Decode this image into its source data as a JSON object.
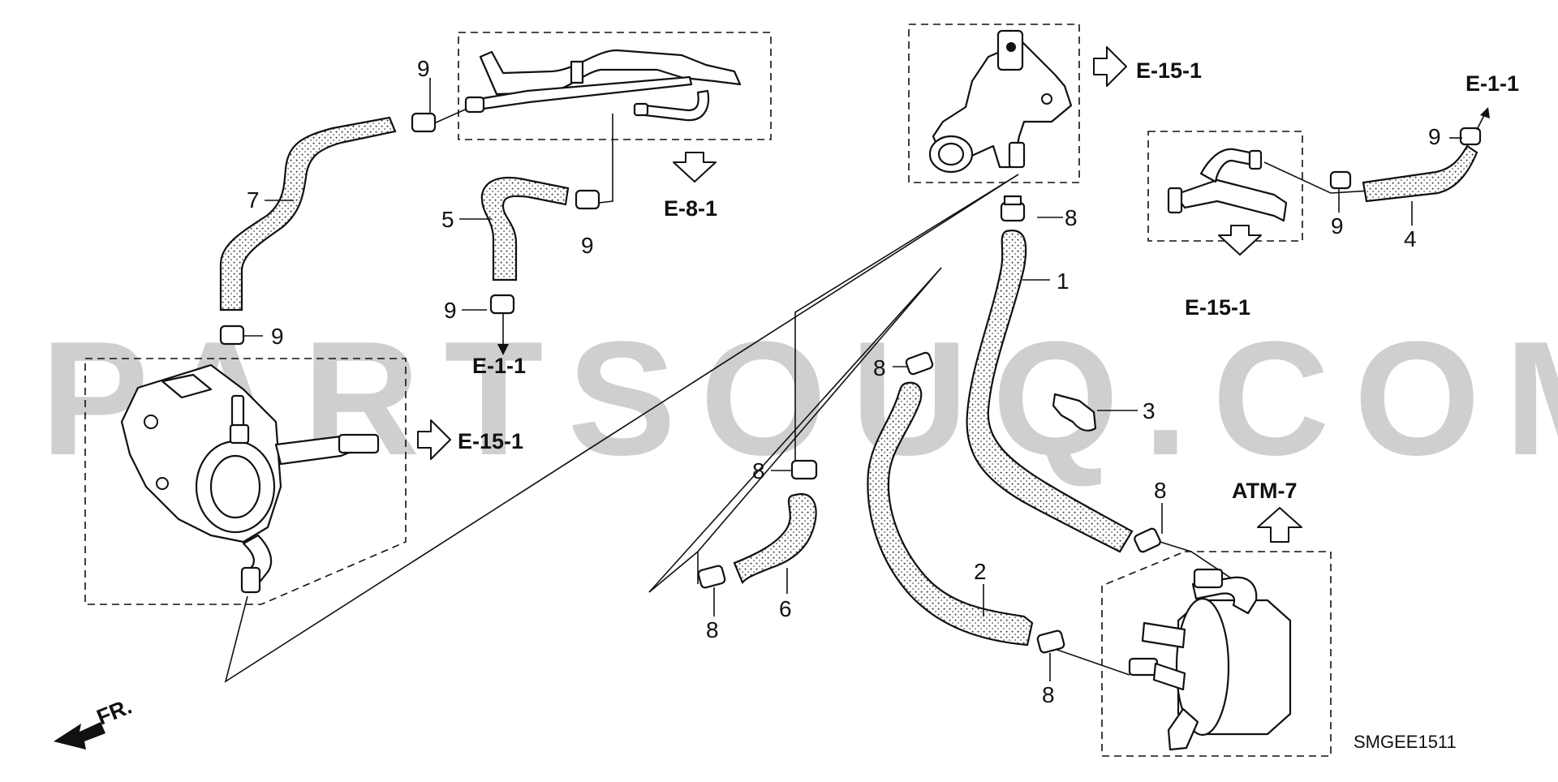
{
  "diagram": {
    "watermark": "PARTSOUQ.COM",
    "diagram_code": "SMGEE1511",
    "front_indicator": "FR.",
    "part_numbers": [
      "1",
      "2",
      "3",
      "4",
      "5",
      "6",
      "7",
      "8",
      "9"
    ],
    "references": {
      "e_8_1": "E-8-1",
      "e_1_1": "E-1-1",
      "e_15_1": "E-15-1",
      "atm_7": "ATM-7"
    }
  }
}
